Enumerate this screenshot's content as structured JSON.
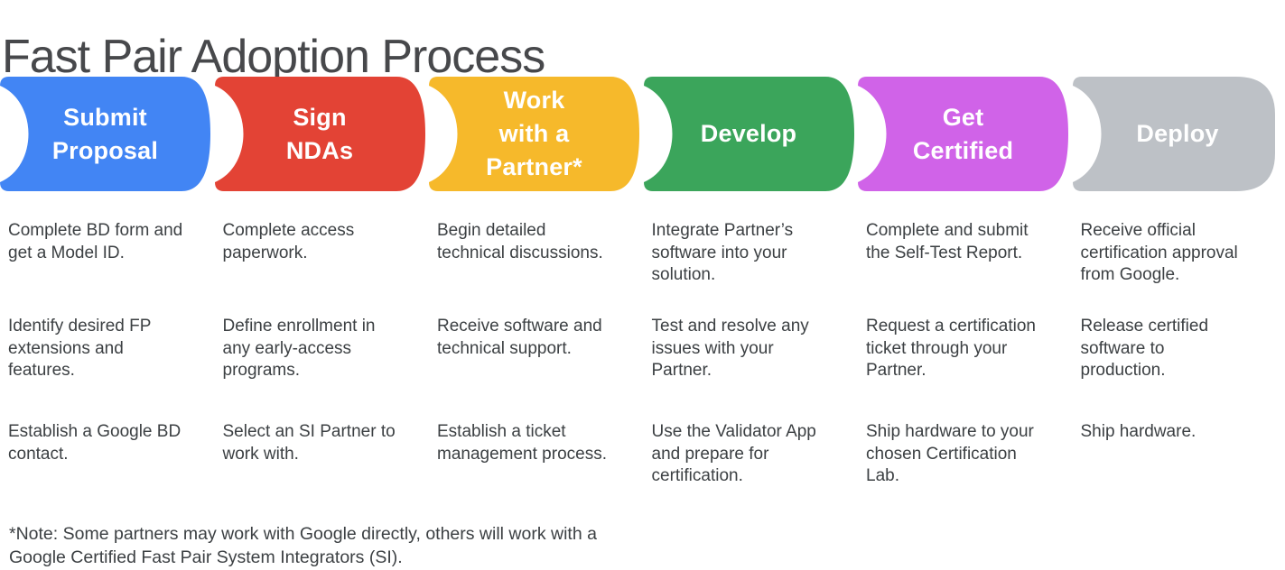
{
  "title": "Fast Pair Adoption Process",
  "stages": [
    {
      "label": "Submit Proposal",
      "label_lines": [
        "Submit",
        "Proposal"
      ],
      "color": "#4285F4",
      "steps": [
        "Complete BD form and\nget a Model ID.",
        "Identify desired FP\nextensions and\nfeatures.",
        "Establish a Google BD\ncontact."
      ]
    },
    {
      "label": "Sign NDAs",
      "label_lines": [
        "Sign",
        "NDAs"
      ],
      "color": "#E34335",
      "steps": [
        "Complete access\npaperwork.",
        "Define enrollment in\nany early-access\nprograms.",
        "Select an SI Partner to\nwork with."
      ]
    },
    {
      "label": "Work with a Partner*",
      "label_lines": [
        "Work",
        "with a",
        "Partner*"
      ],
      "color": "#F6B92B",
      "steps": [
        "Begin detailed\ntechnical discussions.",
        "Receive software and\ntechnical support.",
        "Establish a ticket\nmanagement process."
      ]
    },
    {
      "label": "Develop",
      "label_lines": [
        "Develop"
      ],
      "color": "#3BA55B",
      "steps": [
        "Integrate Partner’s\nsoftware into your\nsolution.",
        "Test and resolve any\nissues with your\nPartner.",
        "Use the Validator App\nand prepare for\ncertification."
      ]
    },
    {
      "label": "Get Certified",
      "label_lines": [
        "Get",
        "Certified"
      ],
      "color": "#D063E8",
      "steps": [
        "Complete and submit\nthe Self-Test Report.",
        "Request a certification\nticket through your\nPartner.",
        "Ship hardware to your\nchosen Certification\nLab."
      ]
    },
    {
      "label": "Deploy",
      "label_lines": [
        "Deploy"
      ],
      "color": "#BDC1C6",
      "steps": [
        "Receive official\ncertification approval\nfrom Google.",
        "Release certified\nsoftware to\nproduction.",
        "Ship hardware."
      ]
    }
  ],
  "note": "*Note: Some partners may work with Google directly, others will work with a\nGoogle Certified Fast Pair System Integrators (SI)."
}
